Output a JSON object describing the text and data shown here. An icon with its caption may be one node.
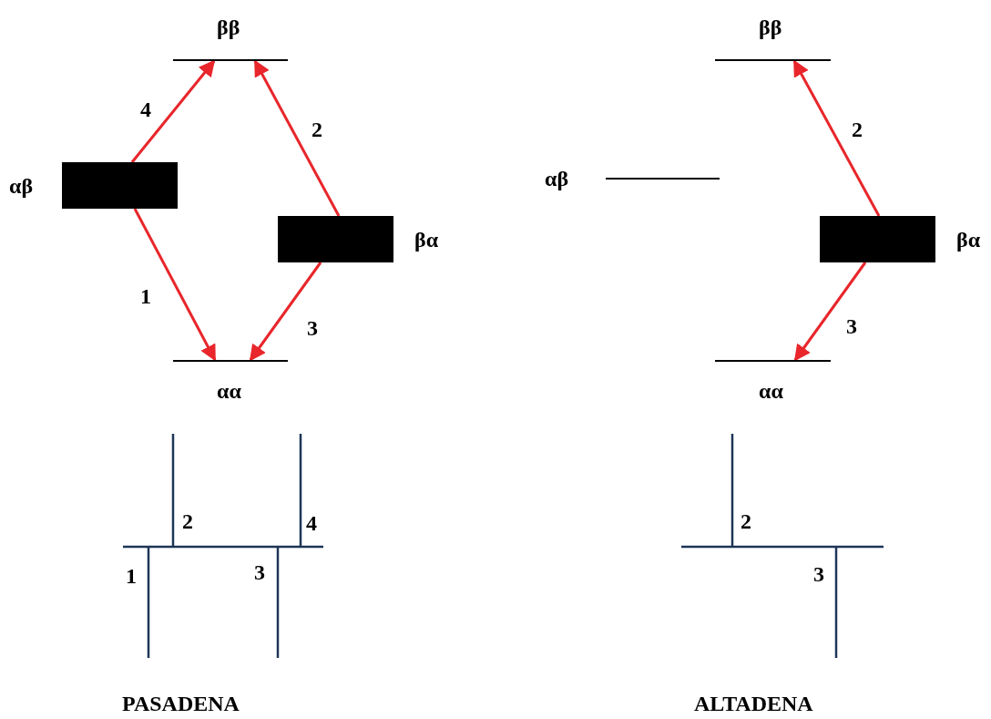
{
  "diagram": {
    "nodes": [
      {
        "text": [
          "ββ"
        ]
      },
      {
        "text": [
          "αβ"
        ]
      },
      {
        "text": [
          "βα"
        ]
      },
      {
        "text": [
          "αα"
        ]
      },
      {
        "text": [
          "ββ"
        ]
      },
      {
        "text": [
          "αβ"
        ]
      },
      {
        "text": [
          "βα"
        ]
      },
      {
        "text": [
          "αα"
        ]
      }
    ],
    "edges": [
      {
        "from": 1,
        "to": 0,
        "arrow": "to",
        "label": "4"
      },
      {
        "from": 2,
        "to": 0,
        "arrow": "to",
        "label": "2"
      },
      {
        "from": 1,
        "to": 3,
        "arrow": "to",
        "label": "1"
      },
      {
        "from": 2,
        "to": 3,
        "arrow": "to",
        "label": "3"
      },
      {
        "from": 6,
        "to": 4,
        "arrow": "to",
        "label": "2"
      },
      {
        "from": 6,
        "to": 7,
        "arrow": "to",
        "label": "3"
      }
    ],
    "labels": [
      "2",
      "4",
      "1",
      "3",
      "PASADENA",
      "2",
      "3",
      "ALTADENA"
    ]
  }
}
